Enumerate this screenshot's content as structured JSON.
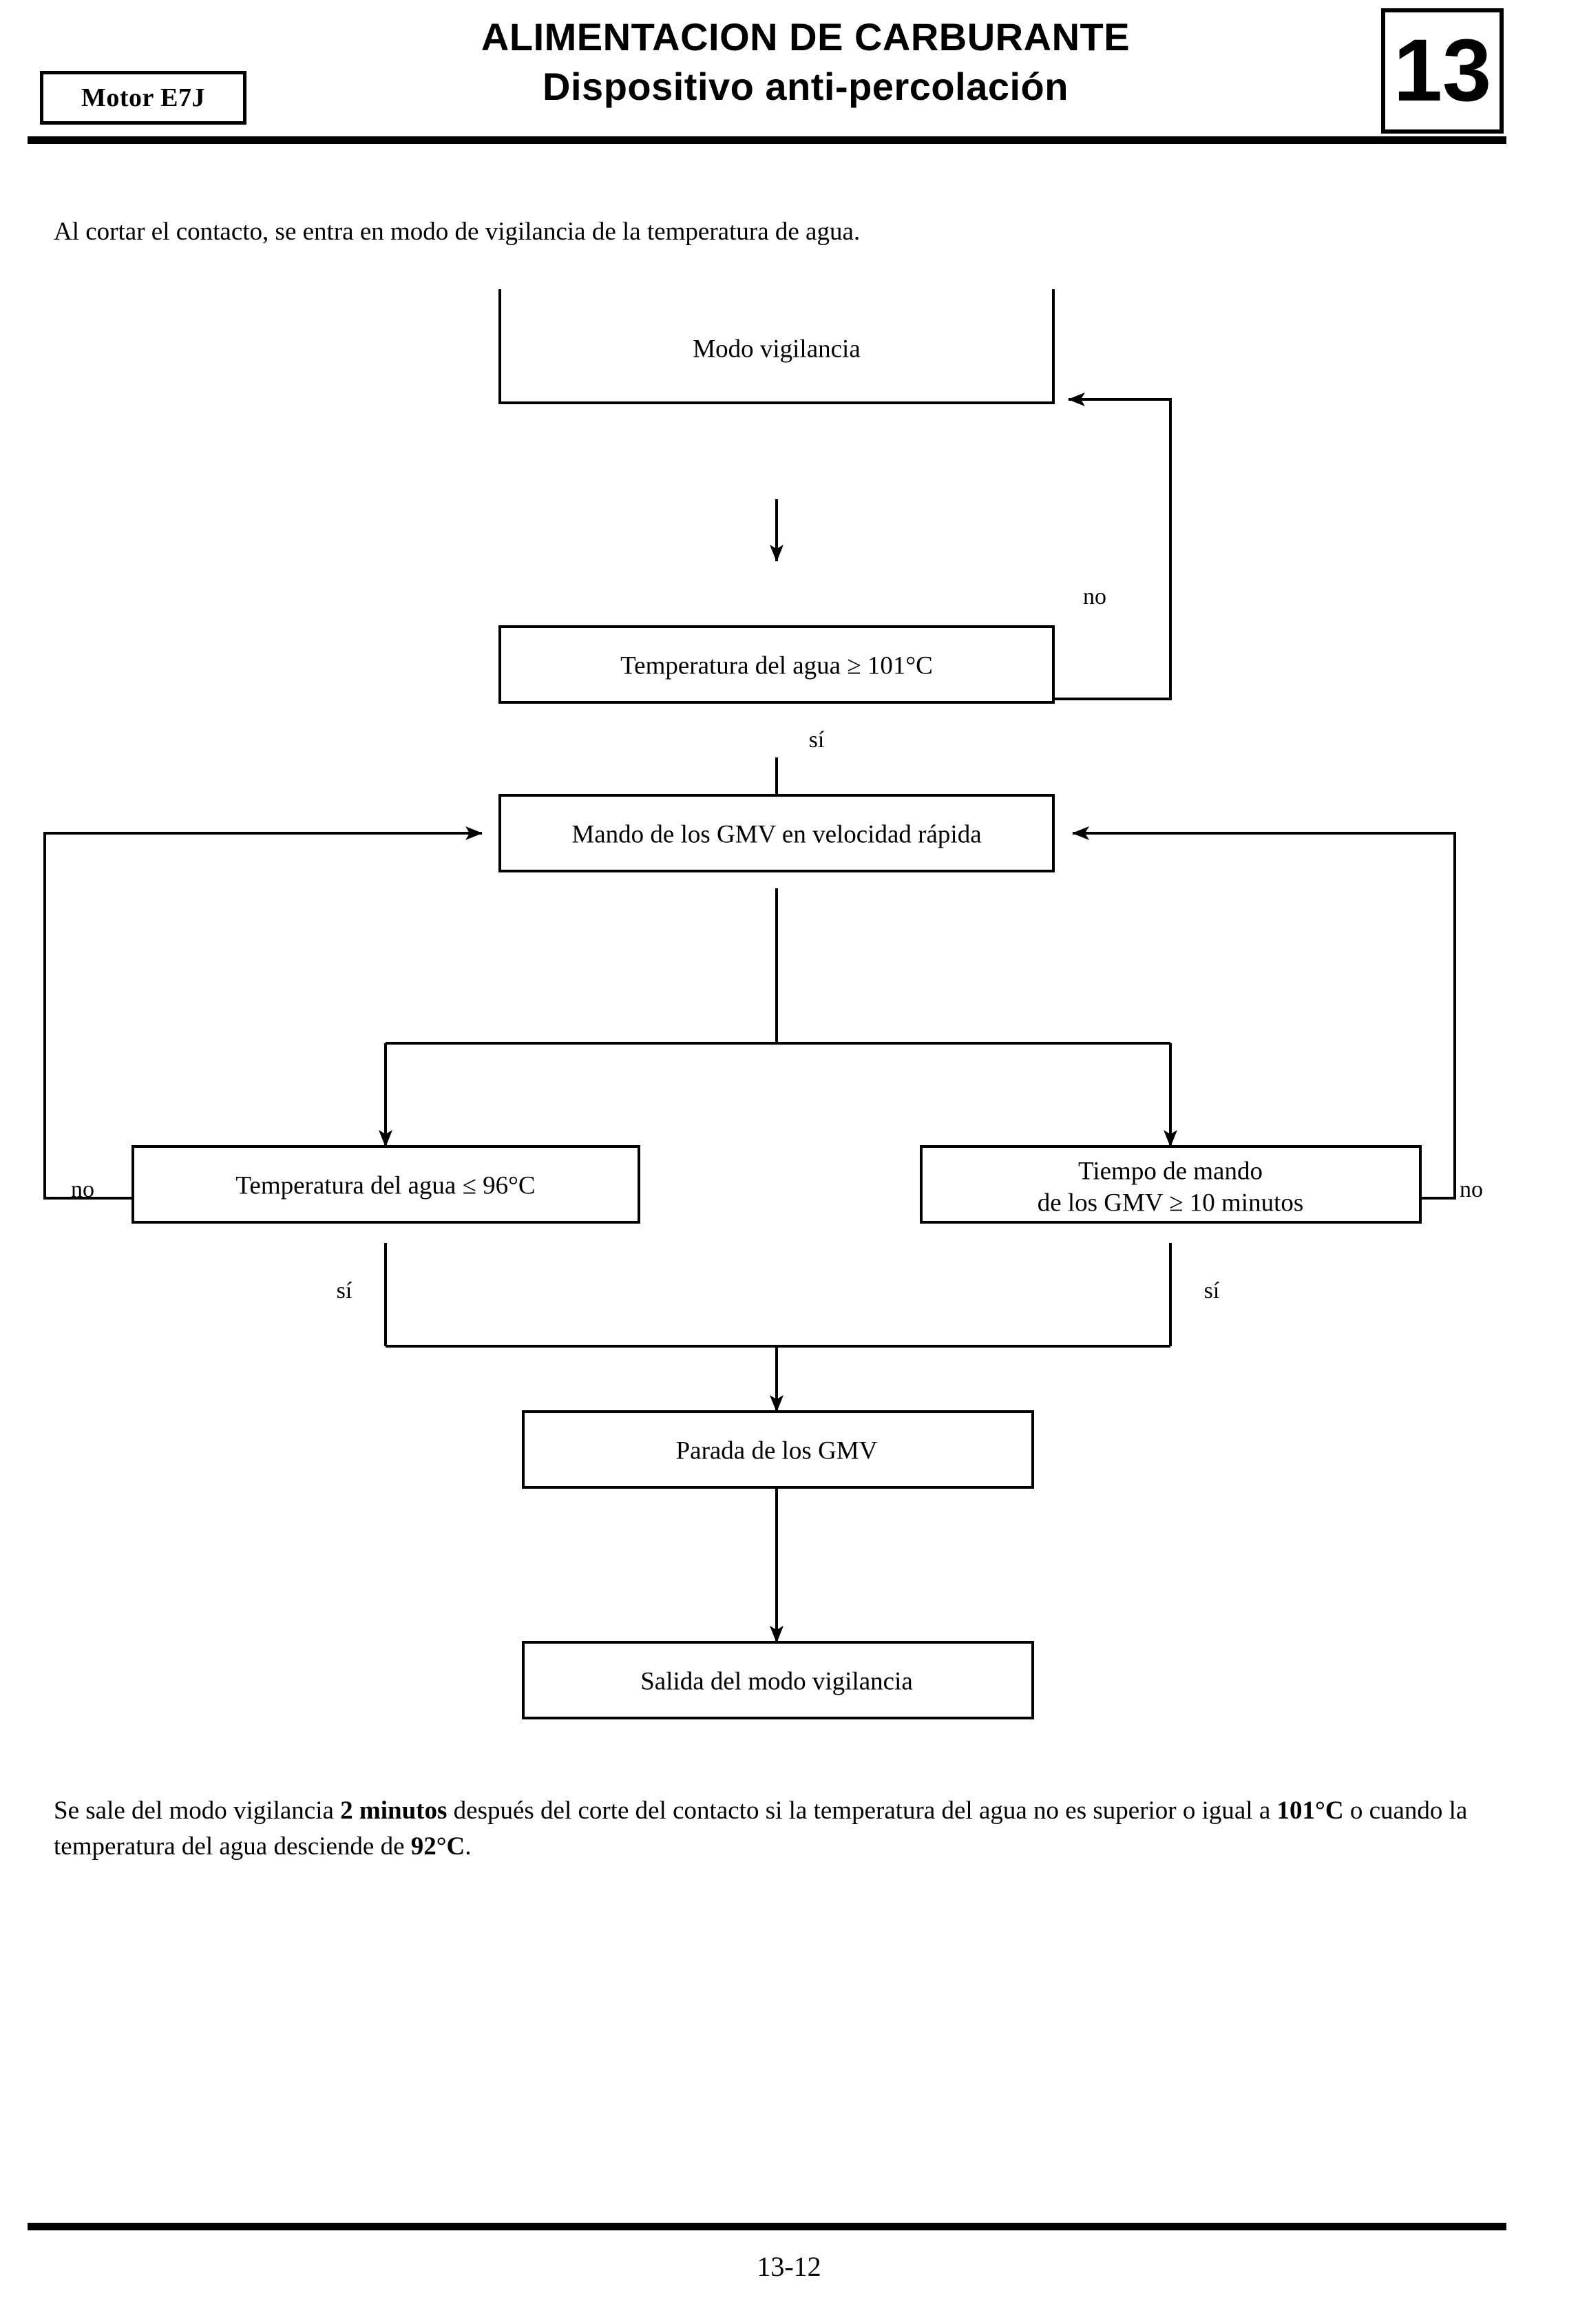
{
  "header": {
    "engine_label": "Motor E7J",
    "title_line1": "ALIMENTACION DE CARBURANTE",
    "title_line2": "Dispositivo anti-percolación",
    "chapter_number": "13"
  },
  "intro": {
    "text": "Al cortar el contacto, se entra en modo de vigilancia de la temperatura de agua."
  },
  "flowchart": {
    "nodes": {
      "watch_mode": "Modo vigilancia",
      "temp_check": "Temperatura del agua ≥ 101°C",
      "gmv_fast": "Mando de los GMV en velocidad rápida",
      "temp_low_check": "Temperatura del agua ≤ 96°C",
      "time_check_line1": "Tiempo de mando",
      "time_check_line2": "de los GMV ≥ 10 minutos",
      "gmv_stop": "Parada de los GMV",
      "watch_exit": "Salida del modo vigilancia"
    },
    "labels": {
      "no_temp_check": "no",
      "yes_temp_check": "sí",
      "no_temp_low": "no",
      "yes_temp_low": "sí",
      "no_time": "no",
      "yes_time": "sí"
    }
  },
  "note": {
    "part1": "Se sale del modo vigilancia ",
    "bold1": "2 minutos",
    "part2": " después del corte del contacto si la temperatura del agua no es superior o igual a ",
    "bold2": "101°C",
    "part3": " o cuando la temperatura del agua desciende de ",
    "bold3": "92°C",
    "part4": "."
  },
  "footer": {
    "page_number": "13-12"
  }
}
